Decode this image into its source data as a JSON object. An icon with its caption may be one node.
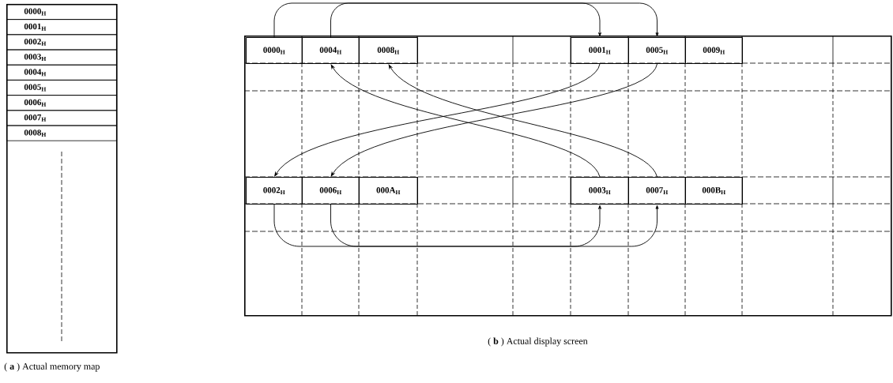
{
  "diagram": {
    "nodes": [
      {
        "text": [],
        "shape": "box"
      },
      {
        "text": [
          "0000$_{H}$"
        ],
        "in": 0
      },
      {
        "text": [
          "0001$_{H}$"
        ],
        "in": 0
      },
      {
        "text": [
          "0002$_{H}$"
        ],
        "in": 0
      },
      {
        "text": [
          "0003$_{H}$"
        ],
        "in": 0
      },
      {
        "text": [
          "0004$_{H}$"
        ],
        "in": 0
      },
      {
        "text": [
          "0005$_{H}$"
        ],
        "in": 0
      },
      {
        "text": [
          "0006$_{H}$"
        ],
        "in": 0
      },
      {
        "text": [
          "0007$_{H}$"
        ],
        "in": 0
      },
      {
        "text": [
          "0008$_{H}$"
        ],
        "in": 0
      },
      {
        "text": [],
        "shape": "box"
      },
      {
        "text": [
          "0000$_{H}$"
        ],
        "in": 10
      },
      {
        "text": [
          "0004$_{H}$"
        ],
        "in": 10
      },
      {
        "text": [
          "0008$_{H}$"
        ],
        "in": 10
      },
      {
        "text": [
          "0001$_{H}$"
        ],
        "in": 10
      },
      {
        "text": [
          "0005$_{H}$"
        ],
        "in": 10
      },
      {
        "text": [
          "0009$_{H}$"
        ],
        "in": 10
      },
      {
        "text": [
          "0002$_{H}$"
        ],
        "in": 10
      },
      {
        "text": [
          "0006$_{H}$"
        ],
        "in": 10
      },
      {
        "text": [
          "000A$_{H}$"
        ],
        "in": 10
      },
      {
        "text": [
          "0003$_{H}$"
        ],
        "in": 10
      },
      {
        "text": [
          "0007$_{H}$"
        ],
        "in": 10
      },
      {
        "text": [
          "000B$_{H}$"
        ],
        "in": 10
      }
    ],
    "edges": [
      {
        "from": 11,
        "to": 14,
        "arrow": "to"
      },
      {
        "from": 12,
        "to": 15,
        "arrow": "to"
      },
      {
        "from": 14,
        "to": 17,
        "arrow": "to"
      },
      {
        "from": 15,
        "to": 18,
        "arrow": "to"
      },
      {
        "from": 17,
        "to": 20,
        "arrow": "to"
      },
      {
        "from": 18,
        "to": 21,
        "arrow": "to"
      },
      {
        "from": 20,
        "to": 12,
        "arrow": "to"
      },
      {
        "from": 21,
        "to": 13,
        "arrow": "to"
      }
    ],
    "labels": [
      "( **a** ) Actual memory map",
      "( **b** ) Actual display screen"
    ]
  }
}
